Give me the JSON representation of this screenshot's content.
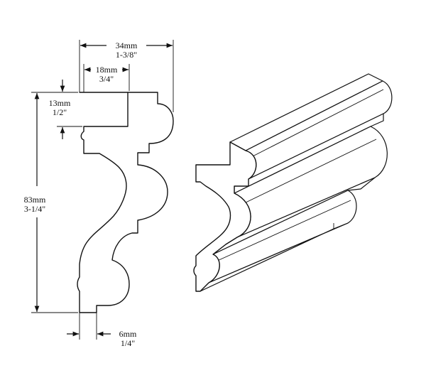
{
  "dimensions": {
    "width_overall": {
      "metric": "34mm",
      "imperial": "1-3/8\""
    },
    "width_top": {
      "metric": "18mm",
      "imperial": "3/4\""
    },
    "height_top": {
      "metric": "13mm",
      "imperial": "1/2\""
    },
    "height_overall": {
      "metric": "83mm",
      "imperial": "3-1/4\""
    },
    "thickness_bottom": {
      "metric": "6mm",
      "imperial": "1/4\""
    }
  }
}
